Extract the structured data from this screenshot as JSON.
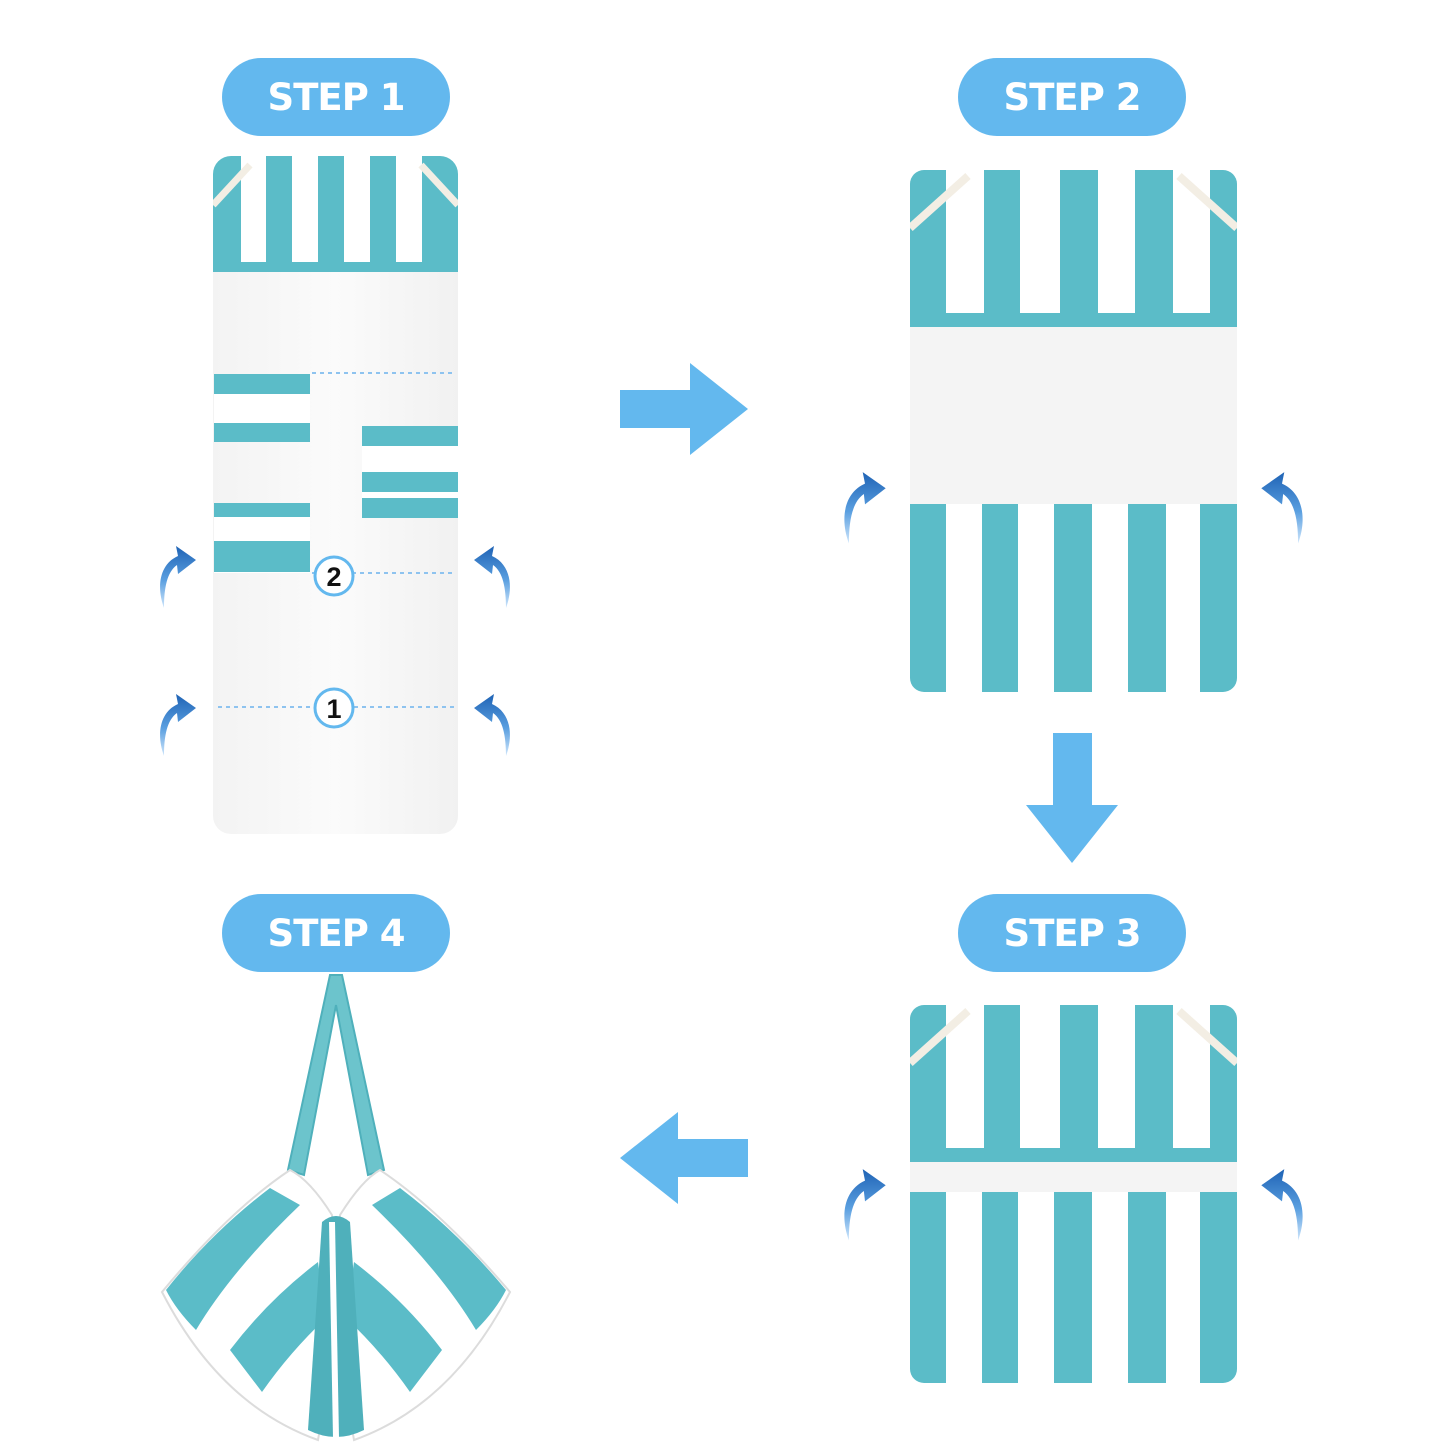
{
  "steps": {
    "step1": "STEP 1",
    "step2": "STEP 2",
    "step3": "STEP 3",
    "step4": "STEP 4"
  },
  "fold_markers": {
    "first": "1",
    "second": "2"
  },
  "colors": {
    "accent_blue": "#63b8ee",
    "teal_stripe": "#5bbcc8",
    "teal_dark": "#4aa9b5",
    "towel_white": "#f7f7f7",
    "curl_arrow_blue": "#2f79c7",
    "dashed_line": "#8ec3ef"
  }
}
